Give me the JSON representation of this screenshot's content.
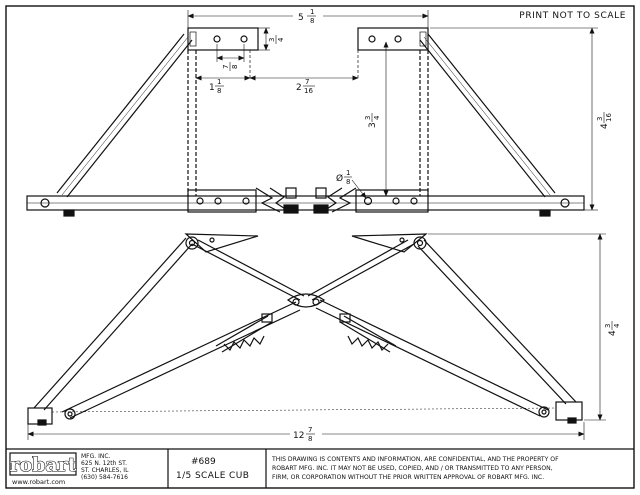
{
  "header": {
    "note": "PRINT NOT TO SCALE"
  },
  "dimensions": {
    "top_width": {
      "whole": "5",
      "num": "1",
      "den": "8"
    },
    "small_height": {
      "whole": "",
      "num": "3",
      "den": "4"
    },
    "hole_spacing": {
      "whole": "",
      "num": "7",
      "den": "8"
    },
    "left_offset": {
      "whole": "1",
      "num": "1",
      "den": "8"
    },
    "center_gap": {
      "whole": "2",
      "num": "7",
      "den": "16"
    },
    "inner_height": {
      "whole": "3",
      "num": "3",
      "den": "4"
    },
    "overall_height": {
      "whole": "4",
      "num": "3",
      "den": "16"
    },
    "hole_dia": {
      "whole": "Ø",
      "num": "1",
      "den": "8"
    },
    "bottom_height": {
      "whole": "4",
      "num": "3",
      "den": "4"
    },
    "bottom_width": {
      "whole": "12",
      "num": "7",
      "den": "8"
    }
  },
  "title_block": {
    "logo": "robart",
    "company_lines": [
      "MFG. INC.",
      "625 N. 12th ST.",
      "ST. CHARLES, IL",
      "(630) 584-7616"
    ],
    "website": "www.robart.com",
    "part_number": "#689",
    "part_name": "1/5 SCALE CUB",
    "notice_lines": [
      "THIS DRAWING IS CONTENTS AND INFORMATION, ARE CONFIDENTIAL, AND THE PROPERTY OF",
      "ROBART MFG. INC. IT MAY NOT BE USED, COPIED, AND / OR TRANSMITTED TO ANY PERSON,",
      "FIRM, OR CORPORATION WITHOUT THE PRIOR WRITTEN APPROVAL OF ROBART MFG. INC."
    ]
  }
}
